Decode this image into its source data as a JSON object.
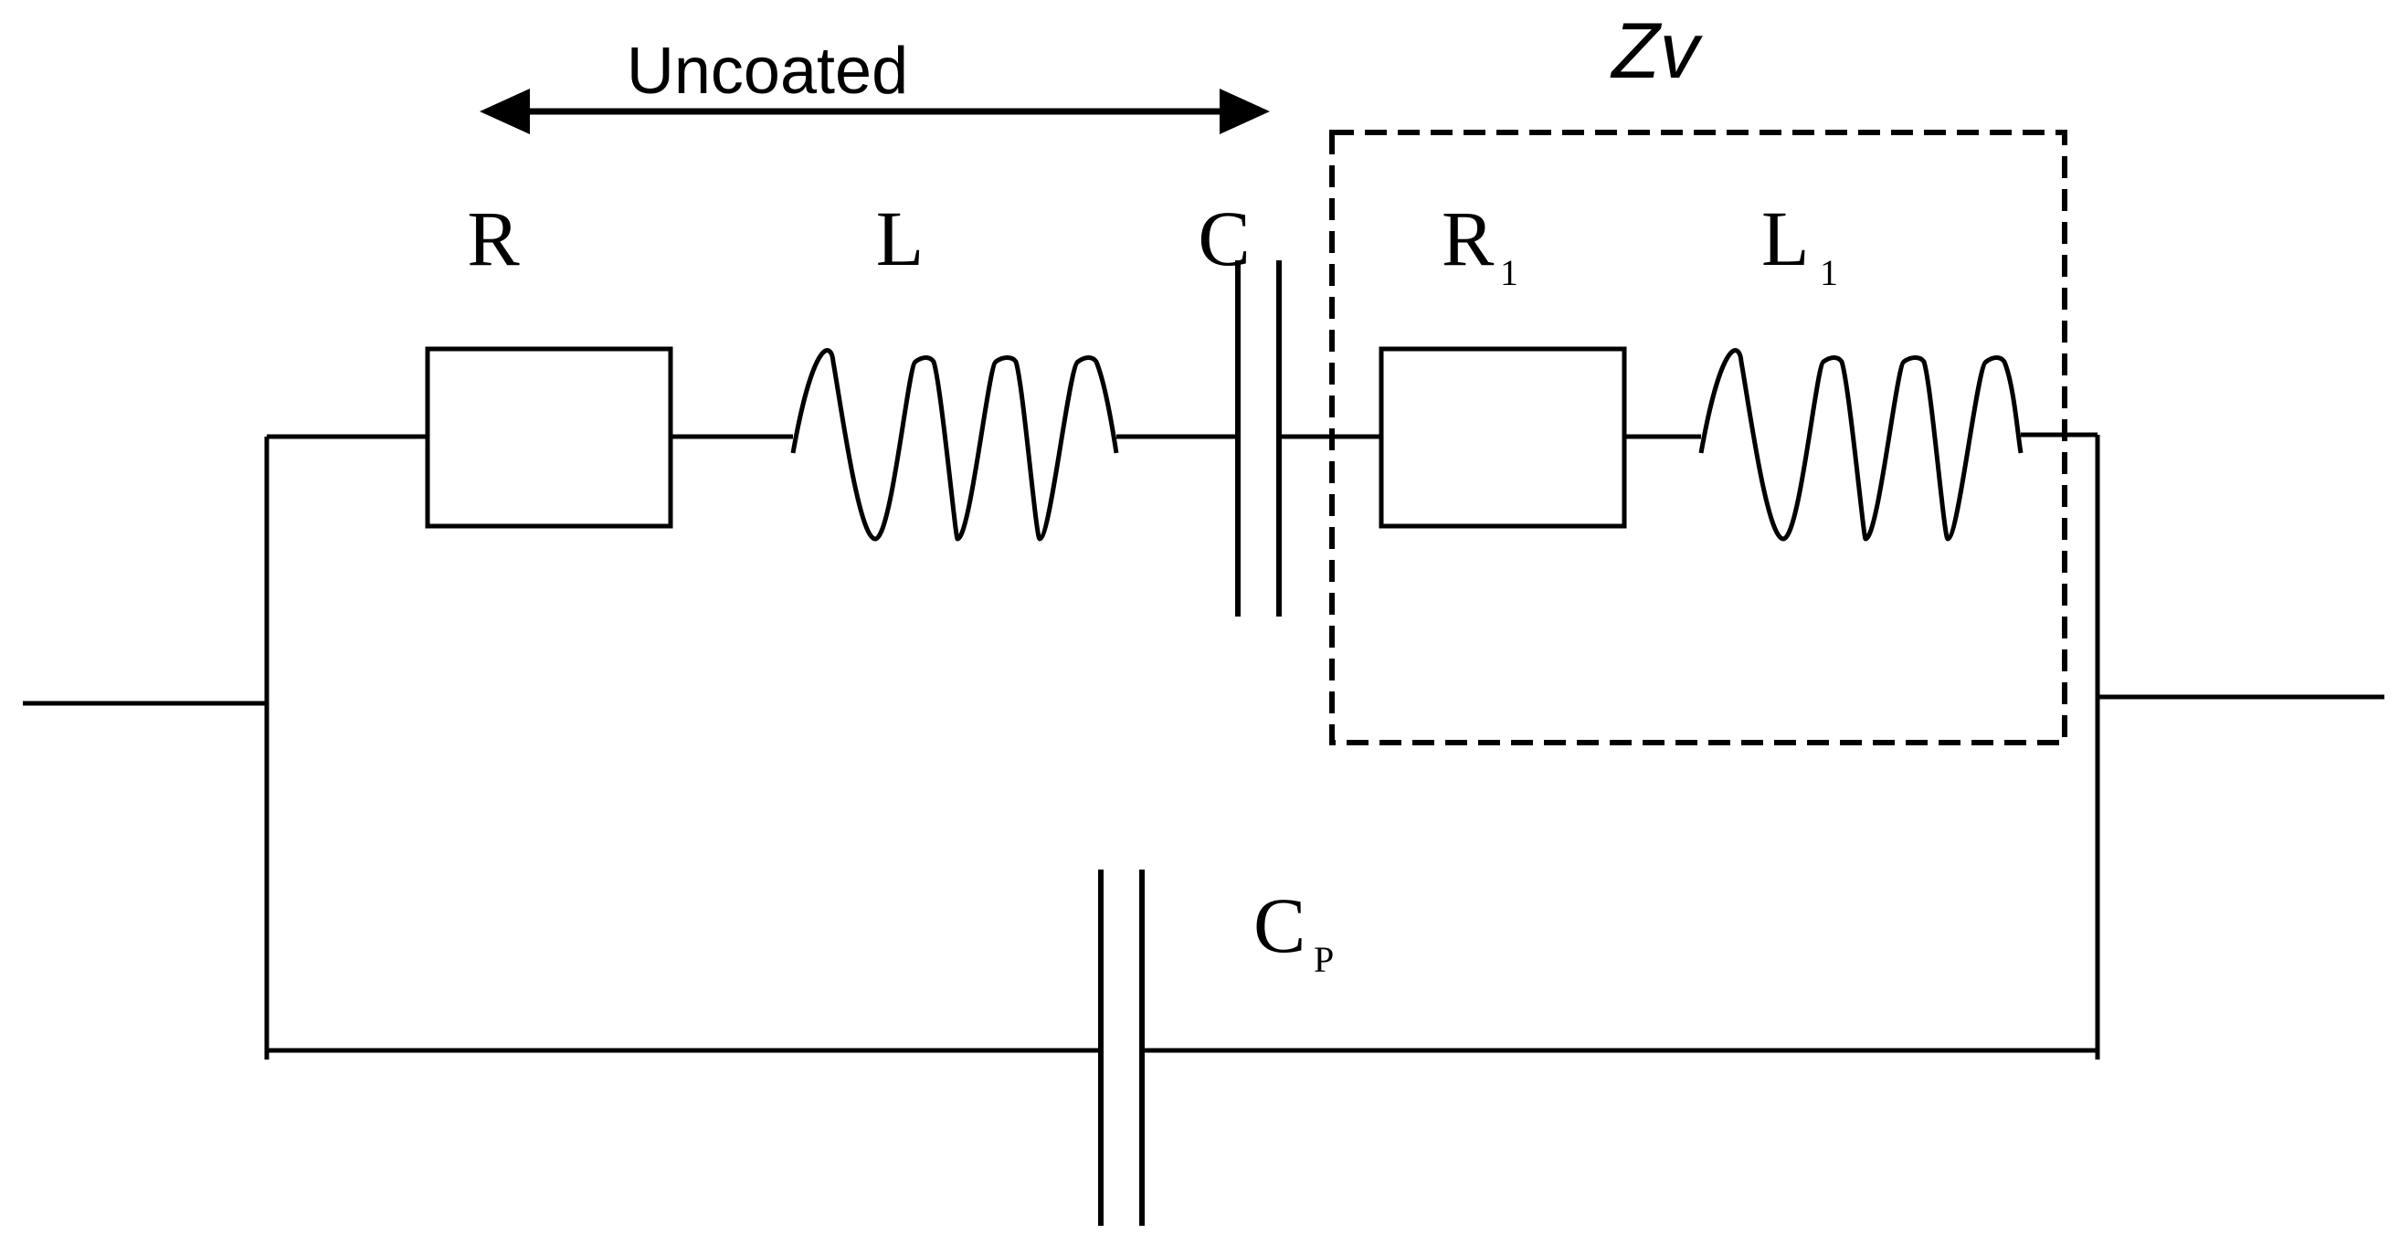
{
  "diagram": {
    "labels": {
      "uncoated": "Uncoated",
      "zv": "Zv",
      "r": "R",
      "l": "L",
      "c": "C",
      "r1_main": "R",
      "r1_sub": "1",
      "l1_main": "L",
      "l1_sub": "1",
      "cp_main": "C",
      "cp_sub": "P"
    },
    "components": [
      "resistor-R",
      "inductor-L",
      "capacitor-C",
      "resistor-R1",
      "inductor-L1",
      "capacitor-CP"
    ],
    "colors": {
      "stroke": "#000000",
      "background": "#ffffff"
    }
  }
}
